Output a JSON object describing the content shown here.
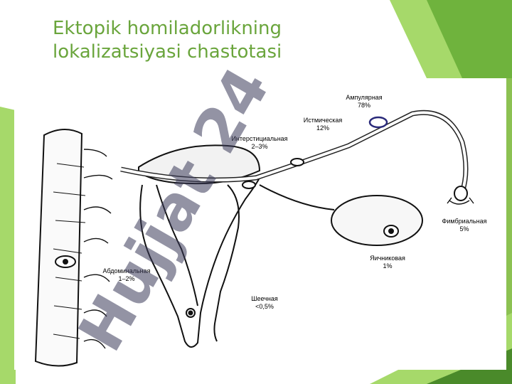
{
  "slide": {
    "title_line1": "Ektopik homiladorlikning",
    "title_line2": "lokalizatsiyasi chastotasi"
  },
  "watermark": {
    "text": "Hujjat 24"
  },
  "figure": {
    "labels": {
      "ampullary_name": "Ампулярная",
      "ampullary_pct": "78%",
      "isthmic_name": "Истмическая",
      "isthmic_pct": "12%",
      "interstitial_name": "Интерстициальная",
      "interstitial_pct": "2–3%",
      "fimbrial_name": "Фимбриальная",
      "fimbrial_pct": "5%",
      "ovarian_name": "Яичниковая",
      "ovarian_pct": "1%",
      "abdominal_name": "Абдоминальная",
      "abdominal_pct": "1–2%",
      "cervical_name": "Шеечная",
      "cervical_pct": "<0,5%"
    }
  },
  "colors": {
    "title": "#6aa53c",
    "green_light": "#a6d96a",
    "green_dark": "#4a8a2a",
    "watermark": "#3a3a5a"
  }
}
